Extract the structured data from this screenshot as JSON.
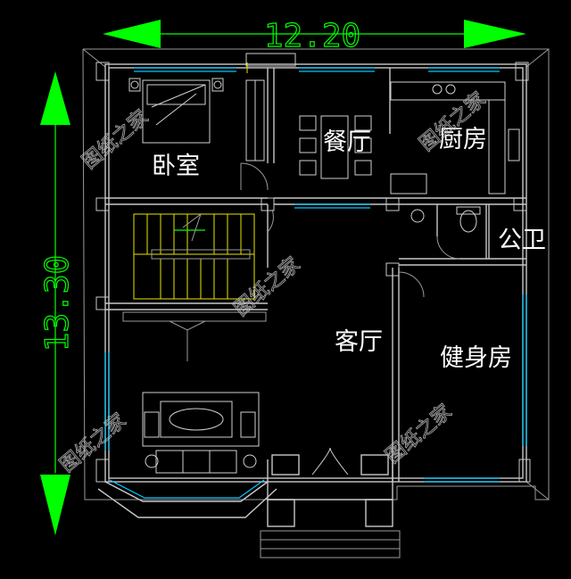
{
  "dimensions": {
    "width_label": "12.20",
    "height_label": "13.30"
  },
  "rooms": {
    "bedroom": "卧室",
    "dining": "餐厅",
    "kitchen": "厨房",
    "public_bath": "公卫",
    "living": "客厅",
    "gym": "健身房"
  },
  "watermark": "图纸之家",
  "colors": {
    "background": "#000000",
    "dimension": "#00ff00",
    "window": "#00c8ff",
    "wall": "#c8c8c8",
    "stair": "#e6e600"
  }
}
